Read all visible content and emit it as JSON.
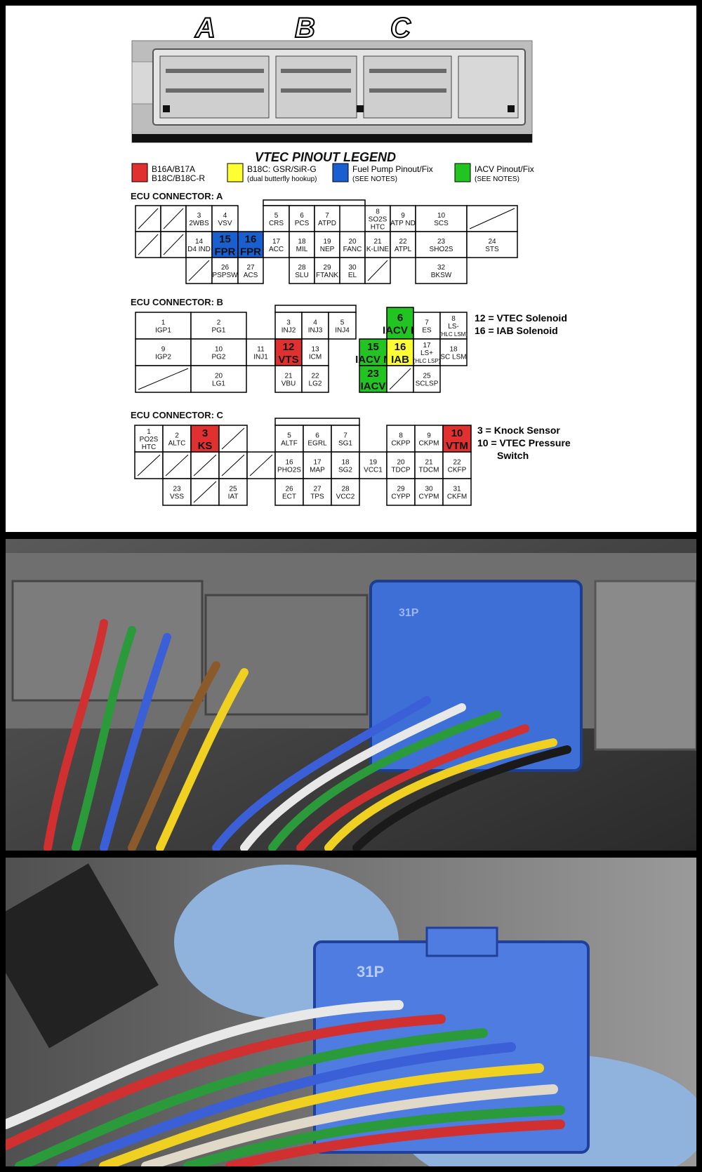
{
  "header_letters": [
    "A",
    "B",
    "C"
  ],
  "legend": {
    "title": "VTEC PINOUT LEGEND",
    "items": [
      {
        "color": "#e03030",
        "label1": "B16A/B17A",
        "label2": "B18C/B18C-R"
      },
      {
        "color": "#ffff33",
        "label1": "B18C: GSR/SiR-G",
        "label2": "(dual butterfly hookup)"
      },
      {
        "color": "#1a5fd0",
        "label1": "Fuel Pump Pinout/Fix",
        "label2": "(SEE NOTES)"
      },
      {
        "color": "#22c422",
        "label1": "IACV Pinout/Fix",
        "label2": "(SEE NOTES)"
      }
    ]
  },
  "connector_a": {
    "title": "ECU CONNECTOR: A",
    "pins": [
      {
        "n": "3",
        "name": "2WBS"
      },
      {
        "n": "4",
        "name": "VSV"
      },
      {
        "n": "5",
        "name": "CRS"
      },
      {
        "n": "6",
        "name": "PCS"
      },
      {
        "n": "7",
        "name": "ATPD"
      },
      {
        "n": "8",
        "name": "SO2S HTC"
      },
      {
        "n": "9",
        "name": "ATP ND"
      },
      {
        "n": "10",
        "name": "SCS"
      },
      {
        "n": "14",
        "name": "D4 IND"
      },
      {
        "n": "15",
        "name": "FPR"
      },
      {
        "n": "16",
        "name": "FPR"
      },
      {
        "n": "17",
        "name": "ACC"
      },
      {
        "n": "18",
        "name": "MIL"
      },
      {
        "n": "19",
        "name": "NEP"
      },
      {
        "n": "20",
        "name": "FANC"
      },
      {
        "n": "21",
        "name": "K-LINE"
      },
      {
        "n": "22",
        "name": "ATPL"
      },
      {
        "n": "23",
        "name": "SHO2S"
      },
      {
        "n": "24",
        "name": "STS"
      },
      {
        "n": "26",
        "name": "PSPSW"
      },
      {
        "n": "27",
        "name": "ACS"
      },
      {
        "n": "28",
        "name": "SLU"
      },
      {
        "n": "29",
        "name": "FTANK"
      },
      {
        "n": "30",
        "name": "EL"
      },
      {
        "n": "32",
        "name": "BKSW"
      }
    ]
  },
  "connector_b": {
    "title": "ECU CONNECTOR: B",
    "pins": [
      {
        "n": "1",
        "name": "IGP1"
      },
      {
        "n": "2",
        "name": "PG1"
      },
      {
        "n": "3",
        "name": "INJ2"
      },
      {
        "n": "4",
        "name": "INJ3"
      },
      {
        "n": "5",
        "name": "INJ4"
      },
      {
        "n": "6",
        "name": "IACV P"
      },
      {
        "n": "7",
        "name": "ES"
      },
      {
        "n": "8",
        "name": "LS-",
        "sub": "(HLC LSM)"
      },
      {
        "n": "9",
        "name": "IGP2"
      },
      {
        "n": "10",
        "name": "PG2"
      },
      {
        "n": "11",
        "name": "INJ1"
      },
      {
        "n": "12",
        "name": "VTS"
      },
      {
        "n": "13",
        "name": "ICM"
      },
      {
        "n": "15",
        "name": "IACV N"
      },
      {
        "n": "16",
        "name": "IAB"
      },
      {
        "n": "17",
        "name": "LS+",
        "sub": "(HLC LSP)"
      },
      {
        "n": "18",
        "name": "SC LSM"
      },
      {
        "n": "20",
        "name": "LG1"
      },
      {
        "n": "21",
        "name": "VBU"
      },
      {
        "n": "22",
        "name": "LG2"
      },
      {
        "n": "23",
        "name": "IACV"
      },
      {
        "n": "25",
        "name": "SCLSP"
      }
    ],
    "notes": [
      "12 = VTEC Solenoid",
      "16 = IAB Solenoid"
    ]
  },
  "connector_c": {
    "title": "ECU CONNECTOR: C",
    "pins": [
      {
        "n": "1",
        "name": "PO2S HTC"
      },
      {
        "n": "2",
        "name": "ALTC"
      },
      {
        "n": "3",
        "name": "KS"
      },
      {
        "n": "5",
        "name": "ALTF"
      },
      {
        "n": "6",
        "name": "EGRL"
      },
      {
        "n": "7",
        "name": "SG1"
      },
      {
        "n": "8",
        "name": "CKPP"
      },
      {
        "n": "9",
        "name": "CKPM"
      },
      {
        "n": "10",
        "name": "VTM"
      },
      {
        "n": "16",
        "name": "PHO2S"
      },
      {
        "n": "17",
        "name": "MAP"
      },
      {
        "n": "18",
        "name": "SG2"
      },
      {
        "n": "19",
        "name": "VCC1"
      },
      {
        "n": "20",
        "name": "TDCP"
      },
      {
        "n": "21",
        "name": "TDCM"
      },
      {
        "n": "22",
        "name": "CKFP"
      },
      {
        "n": "23",
        "name": "VSS"
      },
      {
        "n": "25",
        "name": "IAT"
      },
      {
        "n": "26",
        "name": "ECT"
      },
      {
        "n": "27",
        "name": "TPS"
      },
      {
        "n": "28",
        "name": "VCC2"
      },
      {
        "n": "29",
        "name": "CYPP"
      },
      {
        "n": "30",
        "name": "CYPM"
      },
      {
        "n": "31",
        "name": "CKFM"
      }
    ],
    "notes": [
      "3 = Knock Sensor",
      "10 = VTEC Pressure",
      "Switch"
    ]
  },
  "photo_labels": [
    "31P",
    "31P"
  ]
}
